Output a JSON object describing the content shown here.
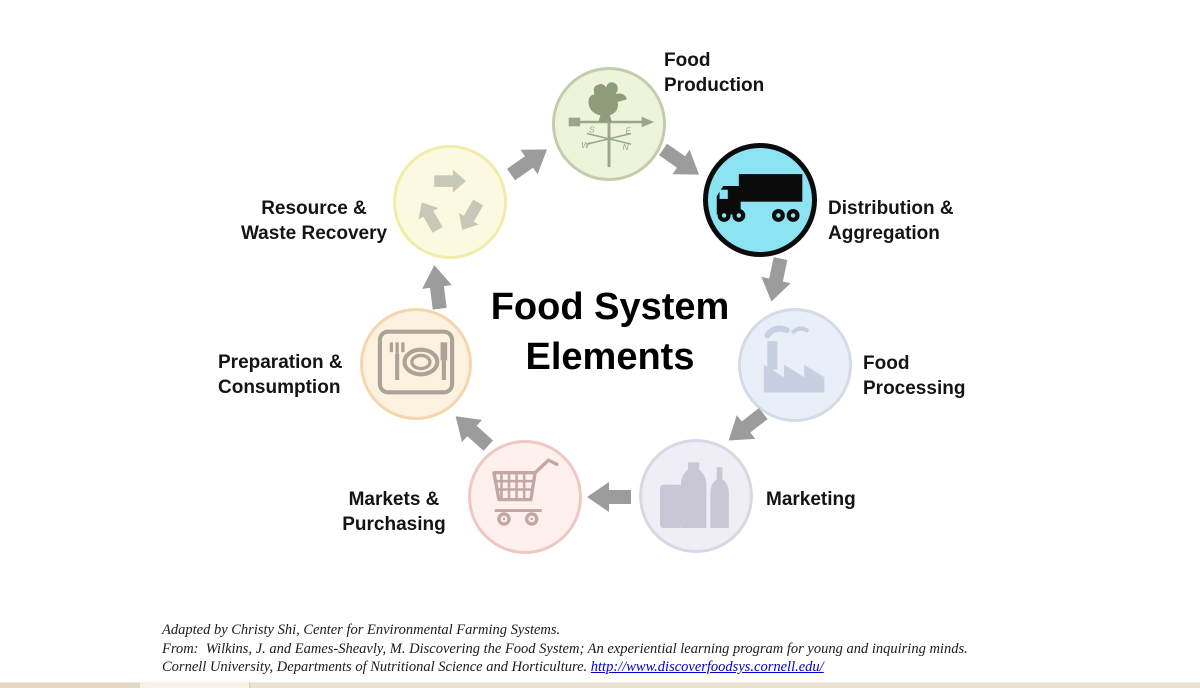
{
  "page": {
    "background": "#ffffff"
  },
  "diagram": {
    "title_line1": "Food System",
    "title_line2": "Elements",
    "arrow_color": "#9c9c9c",
    "nodes": [
      {
        "label_line1": "Food",
        "label_line2": "Production",
        "fill": "#edf4da",
        "border": "#c4ccae",
        "icon": "weathervane-rooster-icon",
        "highlighted": false
      },
      {
        "label_line1": "Distribution &",
        "label_line2": "Aggregation",
        "fill": "#8ce4f3",
        "border": "#0b0b0b",
        "icon": "truck-icon",
        "highlighted": true
      },
      {
        "label_line1": "Food",
        "label_line2": "Processing",
        "fill": "#e8eff9",
        "border": "#d4dbe7",
        "icon": "factory-icon",
        "highlighted": false
      },
      {
        "label_line1": "Marketing",
        "label_line2": "",
        "fill": "#efeef6",
        "border": "#d9d7e5",
        "icon": "bottles-icon",
        "highlighted": false
      },
      {
        "label_line1": "Markets &",
        "label_line2": "Purchasing",
        "fill": "#fdf0ed",
        "border": "#efc8c3",
        "icon": "shopping-cart-icon",
        "highlighted": false
      },
      {
        "label_line1": "Preparation &",
        "label_line2": "Consumption",
        "fill": "#fdf1df",
        "border": "#f5d7af",
        "icon": "place-setting-icon",
        "highlighted": false
      },
      {
        "label_line1": "Resource &",
        "label_line2": "Waste Recovery",
        "fill": "#fbf9e0",
        "border": "#f2ecab",
        "icon": "recycle-icon",
        "highlighted": false
      }
    ]
  },
  "caption": {
    "line1": "Adapted by Christy Shi, Center for Environmental Farming Systems.",
    "line2": "From:  Wilkins, J. and Eames-Sheavly, M. Discovering the Food System; An experiential learning program for young and inquiring minds.",
    "line3_prefix": "Cornell University, Departments of Nutritional Science and Horticulture. ",
    "link_text": "http://www.discoverfoodsys.cornell.edu/"
  }
}
